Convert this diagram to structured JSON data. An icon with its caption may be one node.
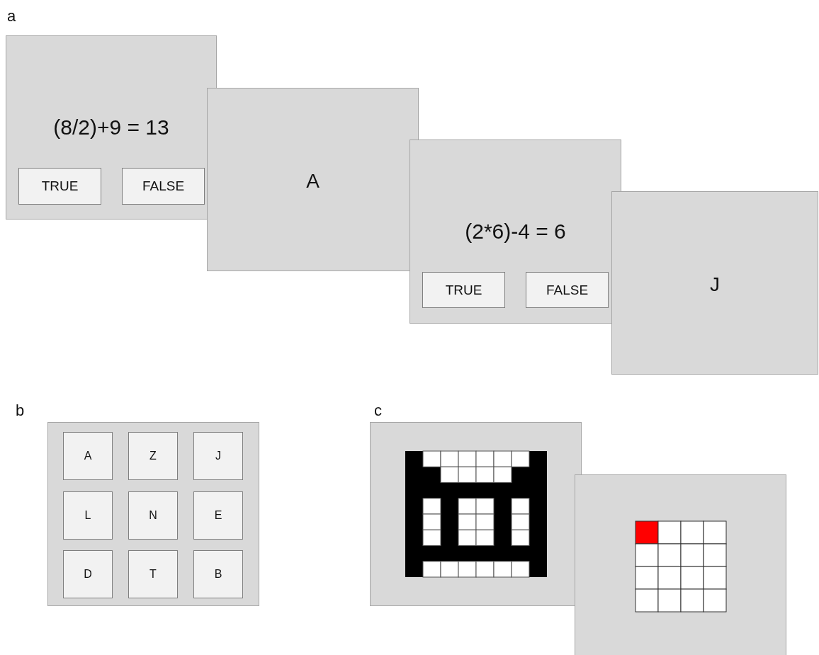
{
  "diagram": {
    "nodes": [
      {
        "text": [
          "(8/2)+9 = 13"
        ]
      },
      {
        "text": [
          "TRUE"
        ],
        "in": 0
      },
      {
        "text": [
          "FALSE"
        ],
        "in": 0
      },
      {
        "text": [
          "A"
        ]
      },
      {
        "text": [
          "(2*6)-4 = 6"
        ]
      },
      {
        "text": [
          "TRUE"
        ],
        "in": 4
      },
      {
        "text": [
          "FALSE"
        ],
        "in": 4
      },
      {
        "text": [
          "J"
        ]
      },
      {
        "text": [],
        "shape": "box"
      },
      {
        "text": [
          "A"
        ],
        "in": 8
      },
      {
        "text": [
          "Z"
        ],
        "in": 8
      },
      {
        "text": [
          "J"
        ],
        "in": 8
      },
      {
        "text": [
          "L"
        ],
        "in": 8
      },
      {
        "text": [
          "N"
        ],
        "in": 8
      },
      {
        "text": [
          "E"
        ],
        "in": 8
      },
      {
        "text": [
          "D"
        ],
        "in": 8
      },
      {
        "text": [
          "T"
        ],
        "in": 8
      },
      {
        "text": [
          "B"
        ],
        "in": 8
      },
      {
        "text": [],
        "shape": "box"
      },
      {
        "text": [],
        "shape": "box"
      }
    ],
    "labels": [
      "a",
      "b",
      "c"
    ]
  }
}
